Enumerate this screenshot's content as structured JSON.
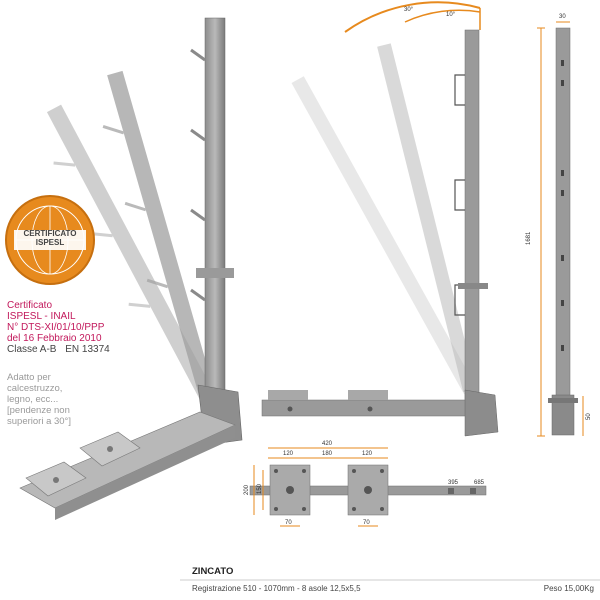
{
  "badge": {
    "line1": "CERTIFICATO",
    "line2": "ISPESL"
  },
  "certification": {
    "lines": [
      "Certificato",
      "ISPESL - INAIL",
      "N° DTS-XI/01/10/PPP",
      "del 16 Febbraio 2010"
    ],
    "classe": "Classe A-B",
    "norm": "EN 13374"
  },
  "note": {
    "lines": [
      "Adatto per",
      "calcestruzzo,",
      "legno, ecc...",
      "[pendenze non",
      "superiori a 30°]"
    ]
  },
  "angles": {
    "outer": "30°",
    "inner": "10°"
  },
  "dimensions": {
    "top_width": "30",
    "height": "1681",
    "base_height": "50",
    "total": "420",
    "seg1": "120",
    "seg2": "180",
    "seg3": "120",
    "plate_h": "200",
    "plate_inner": "150",
    "foot1": "70",
    "foot2": "70",
    "rail_a": "395",
    "rail_b": "685"
  },
  "footer": {
    "finish": "ZINCATO",
    "registration": "Registrazione 510 - 1070mm - 8 asole 12,5x5,5",
    "weight": "Peso 15,00Kg"
  },
  "colors": {
    "accent": "#e78a1e",
    "steel": "#9a9a9a",
    "cert_red": "#c2185b"
  }
}
